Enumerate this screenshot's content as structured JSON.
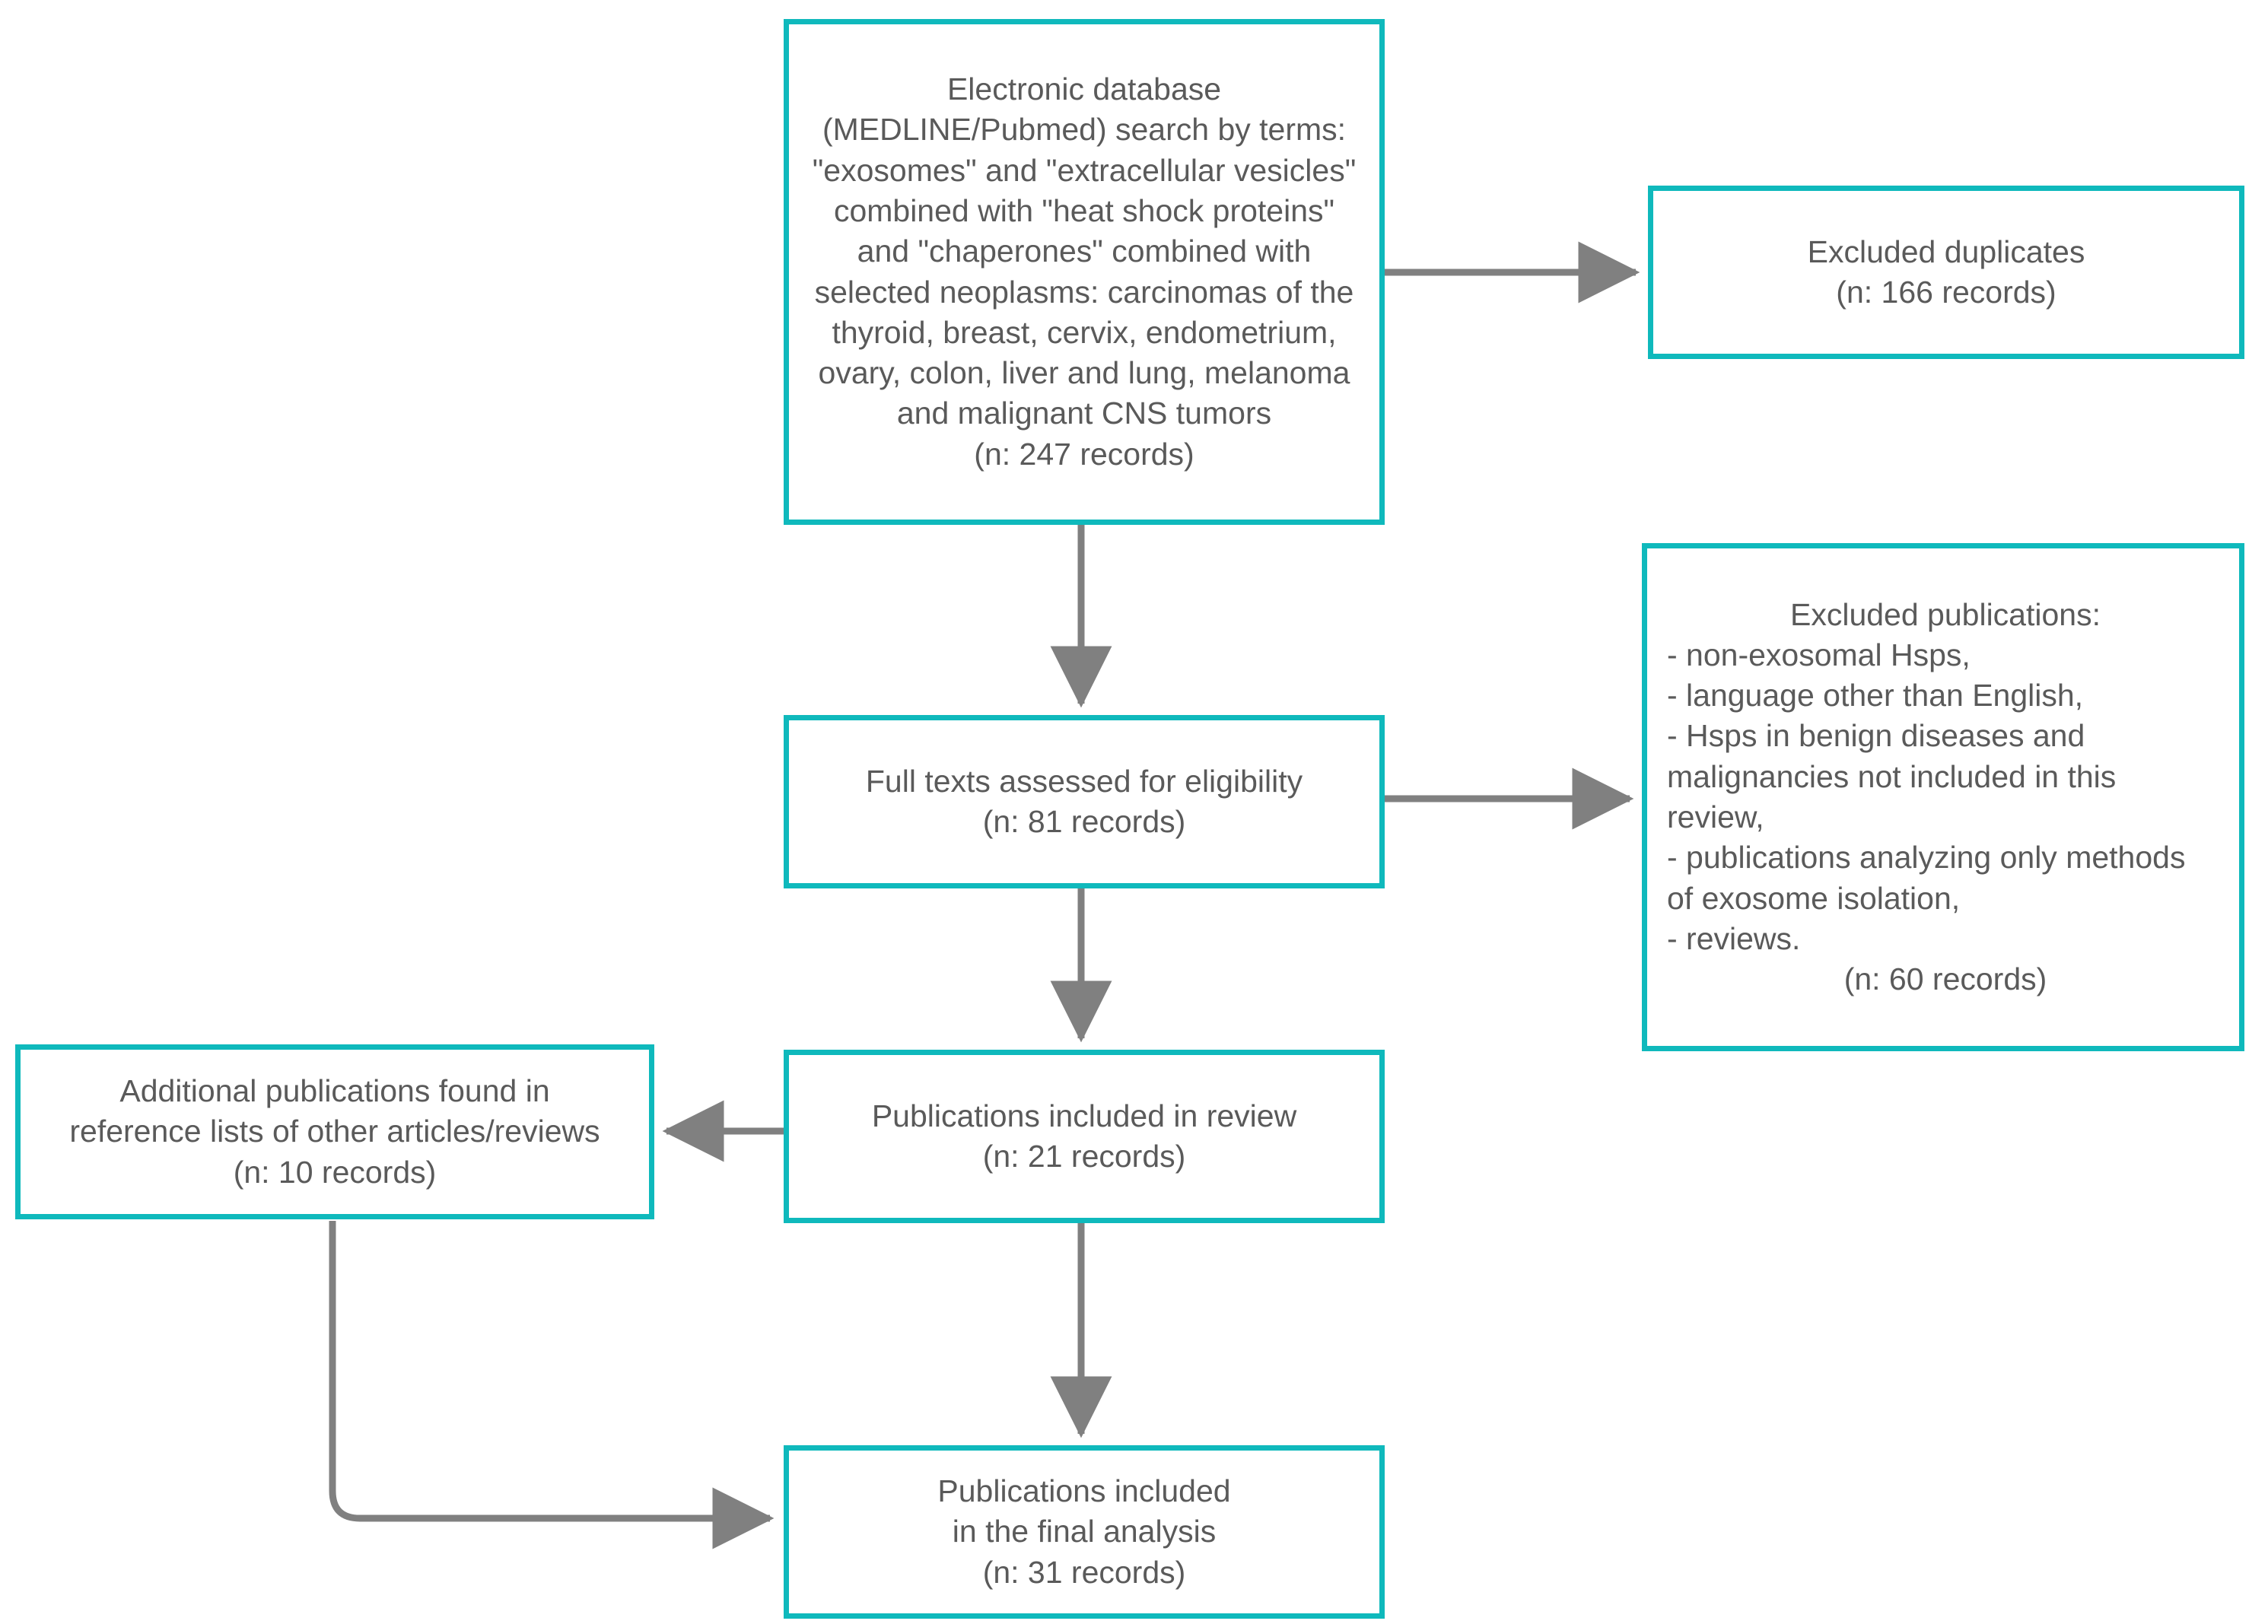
{
  "diagram": {
    "type": "prisma-flow-diagram",
    "colors": {
      "box_border": "#0FB9BC",
      "connector": "#808080",
      "text": "#5A5A5A",
      "background": "#FFFFFF"
    },
    "boxes": {
      "search": {
        "lines": [
          "Electronic database",
          "(MEDLINE/Pubmed) search by terms:",
          "\"exosomes\" and \"extracellular vesicles\"",
          "combined with \"heat shock proteins\"",
          "and \"chaperones\" combined with",
          "selected neoplasms: carcinomas of the",
          "thyroid, breast, cervix, endometrium,",
          "ovary, colon, liver and lung, melanoma",
          "and malignant CNS tumors",
          "(n: 247 records)"
        ],
        "count": 247
      },
      "duplicates": {
        "lines": [
          "Excluded duplicates",
          "(n: 166 records)"
        ],
        "count": 166
      },
      "excluded": {
        "lines": [
          "Excluded publications:",
          "- non-exosomal Hsps,",
          "- language other than English,",
          "- Hsps in benign diseases and",
          "malignancies not included in this",
          "review,",
          "- publications analyzing only methods",
          "of exosome isolation,",
          "- reviews.",
          "(n: 60 records)"
        ],
        "count": 60
      },
      "fulltext": {
        "lines": [
          "Full texts assessed for eligibility",
          "(n: 81 records)"
        ],
        "count": 81
      },
      "additional": {
        "lines": [
          "Additional publications found in",
          "reference lists of other articles/reviews",
          "(n: 10 records)"
        ],
        "count": 10
      },
      "included": {
        "lines": [
          "Publications included in review",
          "(n: 21 records)"
        ],
        "count": 21
      },
      "final": {
        "lines": [
          "Publications included",
          "in the final analysis",
          "(n: 31 records)"
        ],
        "count": 31
      }
    },
    "connectors": [
      {
        "name": "search-to-duplicates",
        "from": "search",
        "to": "duplicates",
        "direction": "right"
      },
      {
        "name": "search-to-fulltext",
        "from": "search",
        "to": "fulltext",
        "direction": "down"
      },
      {
        "name": "fulltext-to-excluded",
        "from": "fulltext",
        "to": "excluded",
        "direction": "right"
      },
      {
        "name": "fulltext-to-included",
        "from": "fulltext",
        "to": "included",
        "direction": "down"
      },
      {
        "name": "included-to-additional",
        "from": "included",
        "to": "additional",
        "direction": "left"
      },
      {
        "name": "included-to-final",
        "from": "included",
        "to": "final",
        "direction": "down"
      },
      {
        "name": "additional-to-final",
        "from": "additional",
        "to": "final",
        "direction": "elbow-down-right"
      }
    ]
  }
}
